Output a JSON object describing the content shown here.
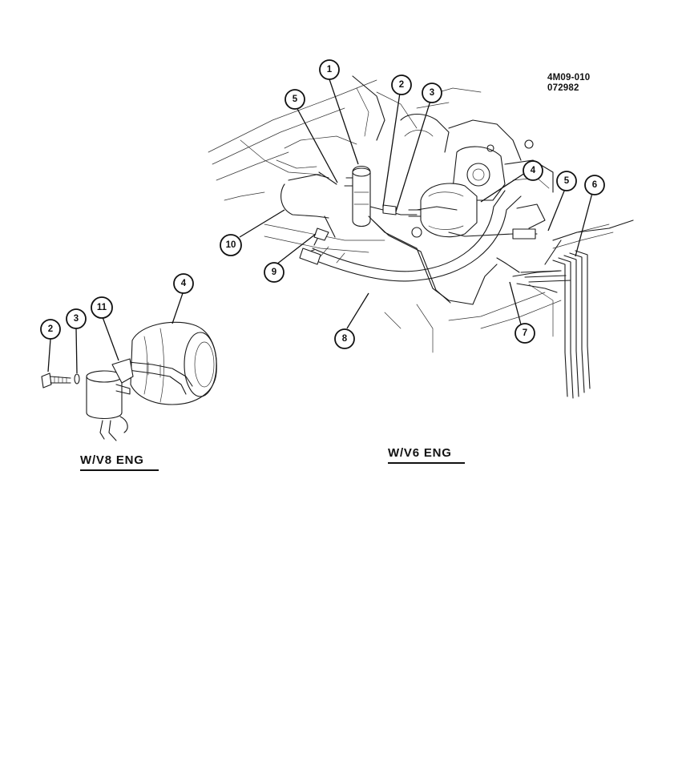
{
  "figure": {
    "ref_code_line1": "4M09-010",
    "ref_code_line2": "072982",
    "captions": {
      "v8": "W/V8 ENG",
      "v6": "W/V6 ENG"
    },
    "callouts_v6": [
      "1",
      "2",
      "3",
      "4",
      "5",
      "5",
      "6",
      "7",
      "8",
      "9",
      "10"
    ],
    "callouts_v8": [
      "2",
      "3",
      "11",
      "4"
    ]
  }
}
